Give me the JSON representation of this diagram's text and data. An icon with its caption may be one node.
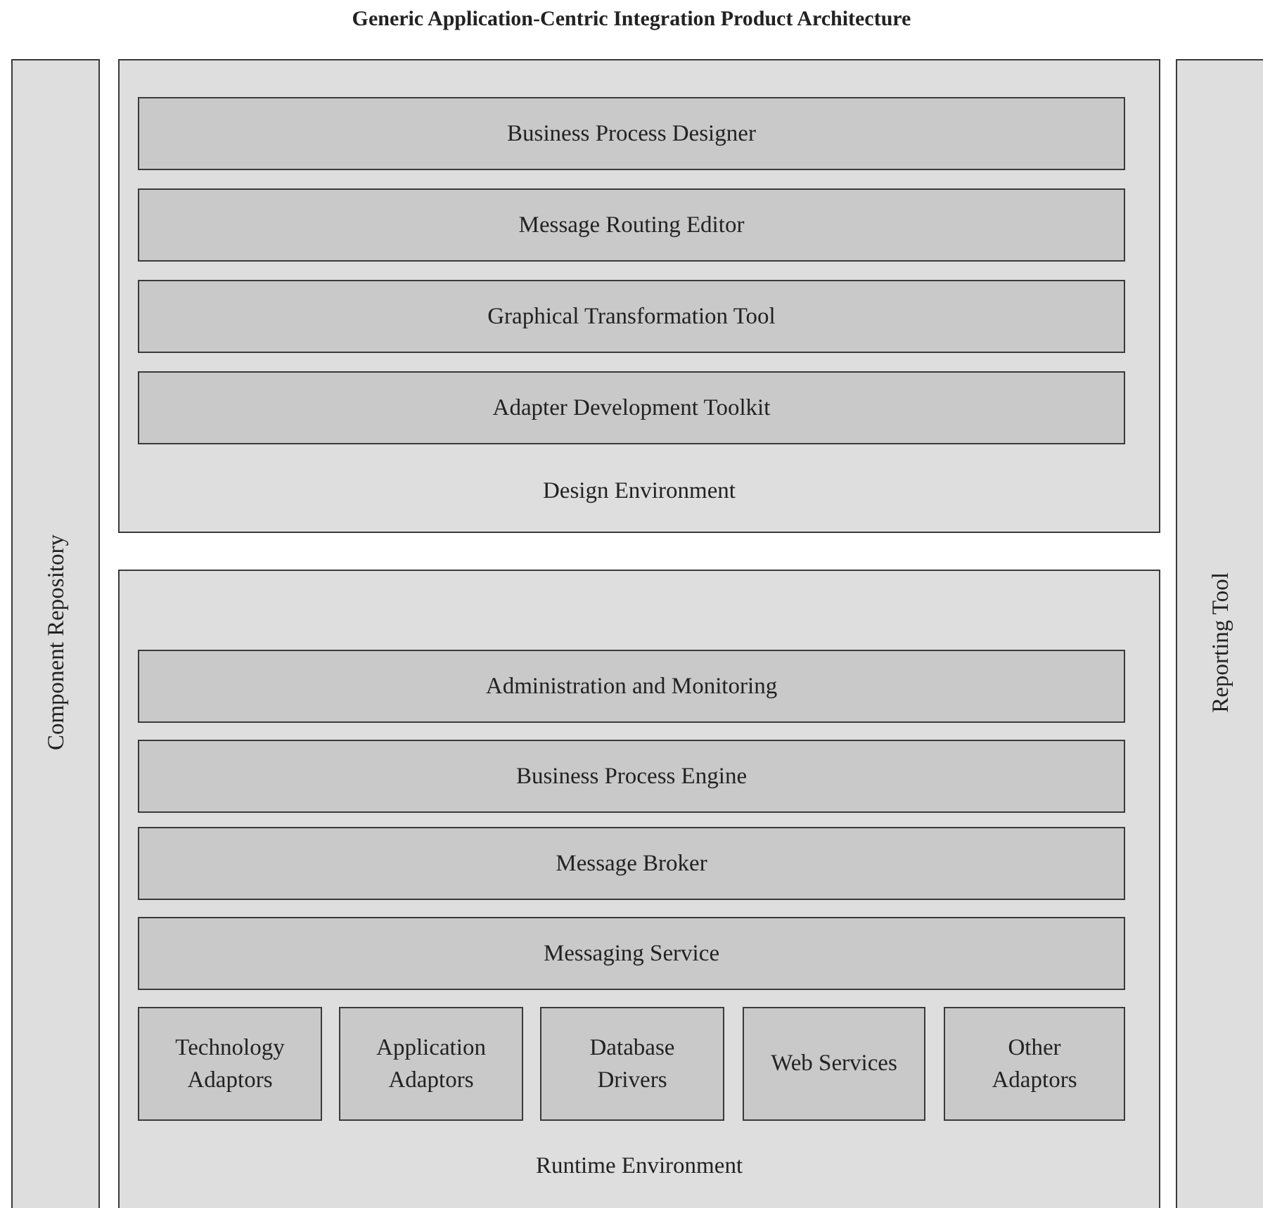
{
  "diagram": {
    "title": "Generic Application-Centric Integration Product Architecture",
    "nodes": [
      {
        "text": [
          "Component Repository"
        ]
      },
      {
        "text": [
          "Design Environment"
        ]
      },
      {
        "text": [
          "Business Process Designer"
        ],
        "in": 1
      },
      {
        "text": [
          "Message Routing Editor"
        ],
        "in": 1
      },
      {
        "text": [
          "Graphical Transformation Tool"
        ],
        "in": 1
      },
      {
        "text": [
          "Adapter Development Toolkit"
        ],
        "in": 1
      },
      {
        "text": [
          "Runtime Environment"
        ]
      },
      {
        "text": [
          "Administration and Monitoring"
        ],
        "in": 6
      },
      {
        "text": [
          "Business Process Engine"
        ],
        "in": 6
      },
      {
        "text": [
          "Message Broker"
        ],
        "in": 6
      },
      {
        "text": [
          "Messaging Service"
        ],
        "in": 6
      },
      {
        "text": [
          "Technology Adaptors"
        ],
        "in": 6
      },
      {
        "text": [
          "Application Adaptors"
        ],
        "in": 6
      },
      {
        "text": [
          "Database Drivers"
        ],
        "in": 6
      },
      {
        "text": [
          "Web Services"
        ],
        "in": 6
      },
      {
        "text": [
          "Other Adaptors"
        ],
        "in": 6
      },
      {
        "text": [
          "Reporting Tool"
        ]
      }
    ]
  }
}
